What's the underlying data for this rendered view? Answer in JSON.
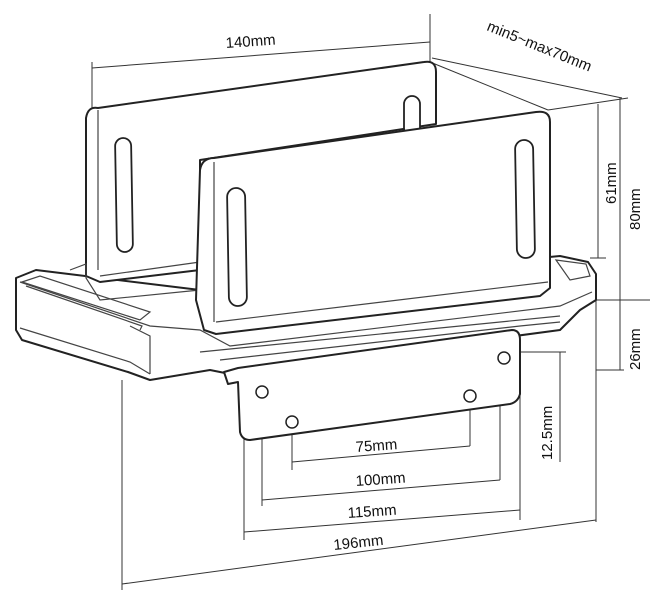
{
  "dimensions": {
    "width_top": "140mm",
    "gap_range": "min5~max70mm",
    "height_inner": "61mm",
    "height_total": "80mm",
    "base_height": "26mm",
    "hole_vertical": "12.5mm",
    "hole_75": "75mm",
    "hole_100": "100mm",
    "width_115": "115mm",
    "width_196": "196mm"
  }
}
